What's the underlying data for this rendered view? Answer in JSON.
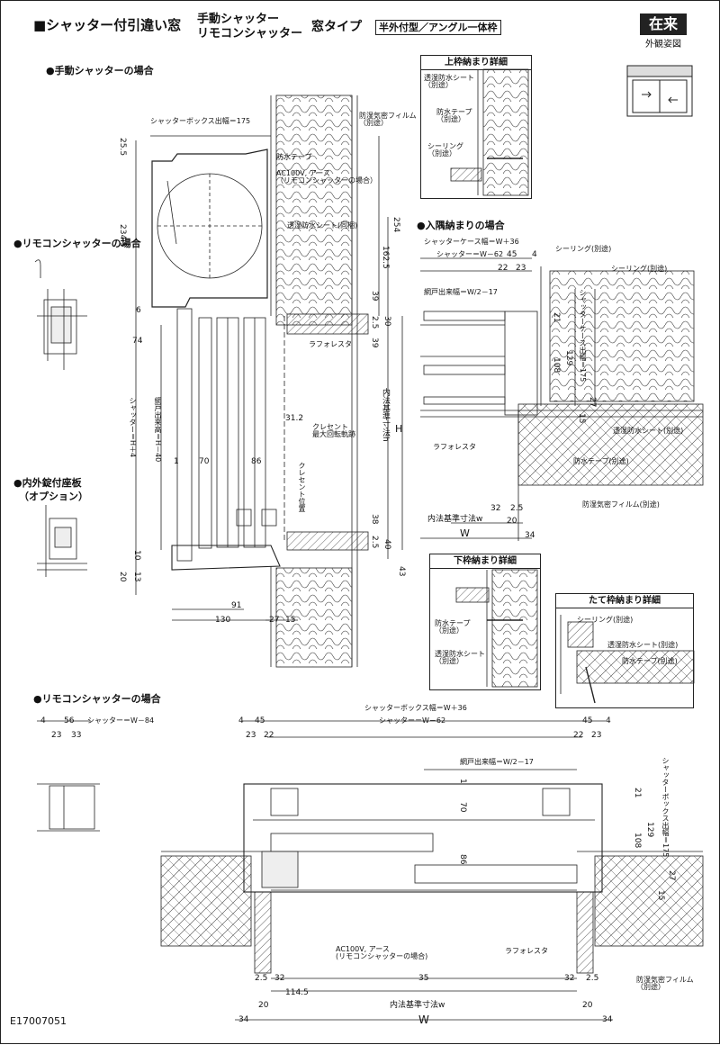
{
  "header": {
    "title": "■シャッター付引違い窓",
    "subtitle_line1": "手動シャッター",
    "subtitle_line2": "リモコンシャッター",
    "type_label": "窓タイプ",
    "frame_type": "半外付型／アングル一体枠",
    "badge": "在来",
    "view_label": "外観姿図"
  },
  "sections": {
    "manual_shutter": "●手動シャッターの場合",
    "remote_shutter_small": "●リモコンシャッターの場合",
    "lock_plate": "●内外錠付座板",
    "lock_plate_option": "（オプション）",
    "corner": "●入隅納まりの場合",
    "remote_shutter_plan": "●リモコンシャッターの場合"
  },
  "detail_boxes": {
    "top_frame": "上枠納まり詳細",
    "bottom_frame": "下枠納まり詳細",
    "side_frame": "たて枠納まり詳細"
  },
  "labels": {
    "transparent_sheet_sep": "透湿防水シート\n（別途）",
    "waterproof_tape_sep": "防水テープ\n（別途）",
    "sealing_sep": "シーリング\n（別途）",
    "vapor_film_sep": "防湿気密フィルム\n（別途）",
    "shutter_box_depth": "シャッターボックス出幅＝175",
    "waterproof_tape": "防水テープ",
    "ac100v": "AC100V, アース\n（リモコンシャッターの場合）",
    "transparent_sheet_same": "透湿防水シート(同梱)",
    "lafforesta": "ラフォレスタ",
    "crescent": "クレセント\n最大回転軌跡",
    "crescent_pos": "クレセント位置",
    "inner_ref_h": "内法基準寸法h",
    "H": "H",
    "shutter_h": "シャッター＝H＋4",
    "screen_h": "網戸出来高＝H－40",
    "shutter_case_w": "シャッターケース幅＝W＋36",
    "shutter_w_62": "シャッター＝W－62",
    "screen_w": "網戸出来幅＝W/2－17",
    "sealing_sep_inline": "シーリング(別途)",
    "shutter_case_depth": "シャッターケース出幅＝175",
    "transparent_sheet_sep_inline": "透湿防水シート(別途)",
    "waterproof_tape_sep_inline": "防水テープ(別途)",
    "vapor_film_sep_inline": "防湿気密フィルム(別途)",
    "inner_ref_w": "内法基準寸法w",
    "W": "W",
    "shutter_w_84": "シャッター＝W－84",
    "shutter_box_w": "シャッターボックス幅＝W＋36",
    "shutter_box_depth_v": "シャッターボックス出幅＝175",
    "ac100v_small": "AC100V, アース\n(リモコンシャッターの場合)",
    "vapor_film_plan": "防湿気密フィルム\n（別途）"
  },
  "dims_section": {
    "d25_5": "25.5",
    "d234_5": "234.5",
    "d6": "6",
    "d74": "74",
    "d254": "254",
    "d162_5": "162.5",
    "d39a": "39",
    "d2_5a": "2.5",
    "d30": "30",
    "d39b": "39",
    "d31_2": "31.2",
    "d1": "1",
    "d70": "70",
    "d86": "86",
    "d38": "38",
    "d2_5b": "2.5",
    "d40": "40",
    "d43": "43",
    "d10": "10",
    "d20": "20",
    "d13": "13",
    "d91": "91",
    "d130": "130",
    "d27": "27",
    "d15": "15"
  },
  "dims_corner": {
    "d4": "4",
    "d45": "45",
    "d22": "22",
    "d23": "23",
    "d21": "21",
    "d108": "108",
    "d129": "129",
    "d15": "15",
    "d27": "27",
    "d32": "32",
    "d2_5": "2.5",
    "d20": "20",
    "d34": "34"
  },
  "dims_plan": {
    "d4a": "4",
    "d56": "56",
    "d23": "23",
    "d33": "33",
    "d4b": "4",
    "d45a": "45",
    "d23b": "23",
    "d22a": "22",
    "d45b": "45",
    "d4c": "4",
    "d22b": "22",
    "d23c": "23",
    "d1": "1",
    "d70": "70",
    "d86": "86",
    "d21": "21",
    "d108": "108",
    "d129": "129",
    "d15": "15",
    "d27": "27",
    "d2_5a": "2.5",
    "d32a": "32",
    "d114_5": "114.5",
    "d35": "35",
    "d32b": "32",
    "d2_5b": "2.5",
    "d20a": "20",
    "d20b": "20",
    "d34a": "34",
    "d34b": "34"
  },
  "footer": {
    "code": "E17007051"
  }
}
